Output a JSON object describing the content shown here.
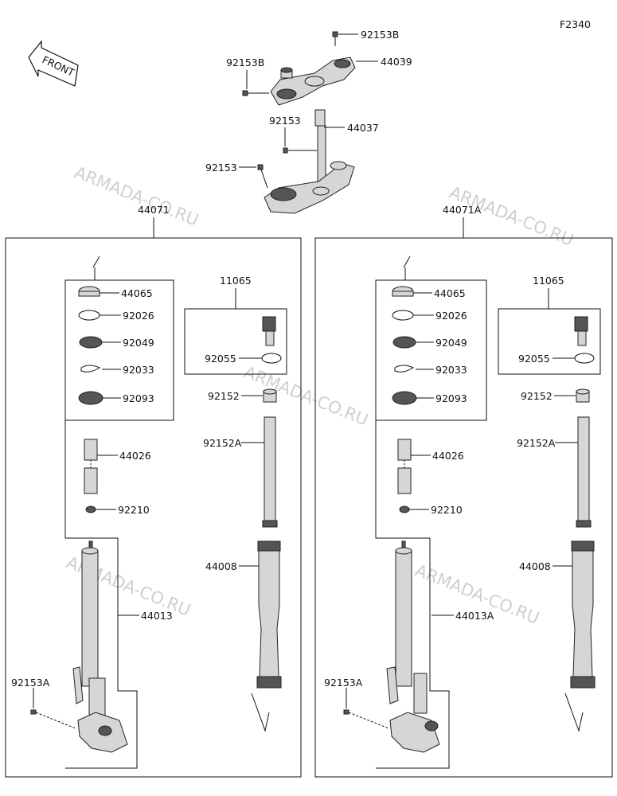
{
  "diagram_code": "F2340",
  "front_label": "FRONT",
  "watermark": "ARMADA-CO.RU",
  "top_labels": {
    "bolt_upper_right": "92153B",
    "bolt_upper_left": "92153B",
    "upper_clamp": "44039",
    "steering_bolt": "92153",
    "steering_stem": "44037",
    "lower_bolt": "92153"
  },
  "left_fork": {
    "assembly": "44071",
    "inner": {
      "p44065": "44065",
      "p92026": "92026",
      "p92049": "92049",
      "p92033": "92033",
      "p92093": "92093",
      "p44026": "44026",
      "p92210": "92210",
      "p44013": "44013",
      "p92153a": "92153A",
      "p11065": "11065",
      "p92055": "92055",
      "p92152": "92152",
      "p92152a": "92152A",
      "p44008": "44008"
    }
  },
  "right_fork": {
    "assembly": "44071A",
    "inner": {
      "p44065": "44065",
      "p92026": "92026",
      "p92049": "92049",
      "p92033": "92033",
      "p92093": "92093",
      "p44026": "44026",
      "p92210": "92210",
      "p44013": "44013A",
      "p92153a": "92153A",
      "p11065": "11065",
      "p92055": "92055",
      "p92152": "92152",
      "p92152a": "92152A",
      "p44008": "44008"
    }
  }
}
